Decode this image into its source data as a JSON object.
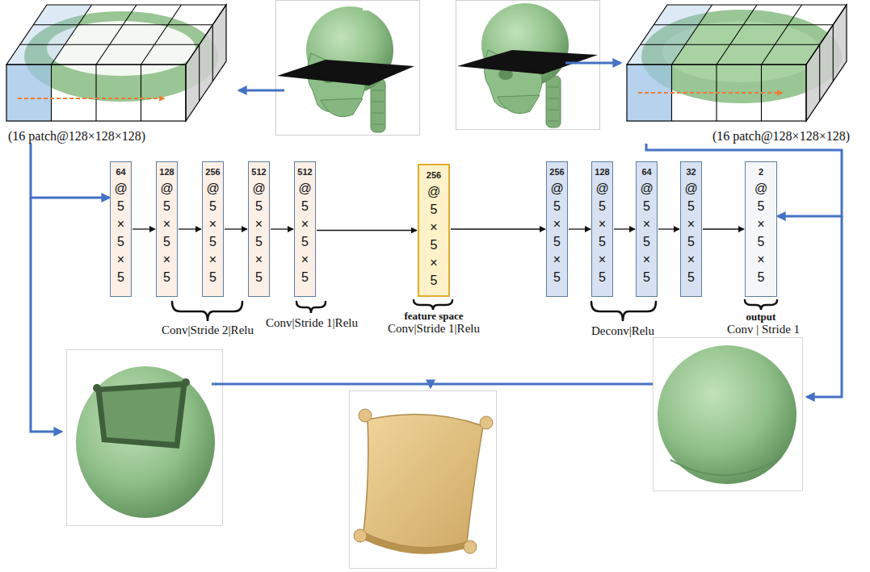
{
  "diagram": {
    "nodes": [
      {
        "text": [
          "(16 patch@128×128×128)"
        ]
      },
      {
        "text": [
          "(16 patch@128×128×128)"
        ]
      },
      {
        "text": [
          "64",
          "@ 5 × 5 × 5"
        ]
      },
      {
        "text": [
          "128",
          "@ 5 × 5 × 5"
        ]
      },
      {
        "text": [
          "256",
          "@ 5 × 5 × 5"
        ]
      },
      {
        "text": [
          "512",
          "@ 5 × 5 × 5"
        ]
      },
      {
        "text": [
          "512",
          "@ 5 × 5 × 5"
        ]
      },
      {
        "text": [
          "256",
          "@ 5 × 5 × 5"
        ]
      },
      {
        "text": [
          "256",
          "@ 5 × 5 × 5"
        ]
      },
      {
        "text": [
          "128",
          "@ 5 × 5 × 5"
        ]
      },
      {
        "text": [
          "64",
          "@ 5 × 5 × 5"
        ]
      },
      {
        "text": [
          "32",
          "@ 5 × 5 × 5"
        ]
      },
      {
        "text": [
          "2",
          "@ 5 × 5 × 5"
        ]
      }
    ],
    "edges": [
      {
        "from": 0,
        "to": 2,
        "arrow": "to"
      },
      {
        "from": 2,
        "to": 3,
        "arrow": "to"
      },
      {
        "from": 3,
        "to": 4,
        "arrow": "to"
      },
      {
        "from": 4,
        "to": 5,
        "arrow": "to"
      },
      {
        "from": 5,
        "to": 6,
        "arrow": "to"
      },
      {
        "from": 6,
        "to": 7,
        "arrow": "to"
      },
      {
        "from": 7,
        "to": 8,
        "arrow": "to"
      },
      {
        "from": 8,
        "to": 9,
        "arrow": "to"
      },
      {
        "from": 9,
        "to": 10,
        "arrow": "to"
      },
      {
        "from": 10,
        "to": 11,
        "arrow": "to"
      },
      {
        "from": 11,
        "to": 12,
        "arrow": "to"
      },
      {
        "from": 1,
        "to": 12,
        "arrow": "to"
      }
    ],
    "labels": [
      "Conv|Stride 2|Relu",
      "Conv|Stride 1|Relu",
      "feature space",
      "Conv|Stride 1|Relu",
      "Deconv|Relu",
      "output",
      "Conv | Stride 1"
    ]
  }
}
